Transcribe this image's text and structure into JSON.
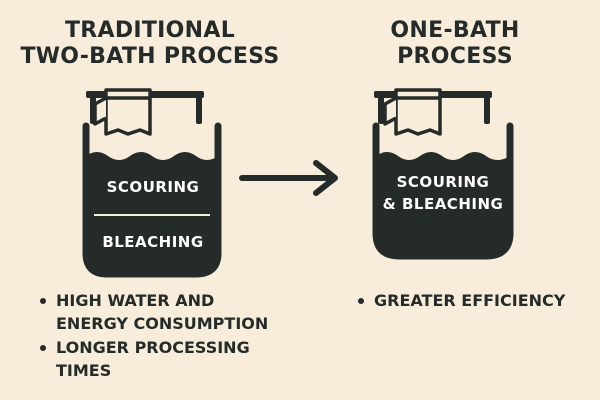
{
  "left": {
    "title_line1": "TRADITIONAL",
    "title_line2": "TWO-BATH PROCESS",
    "bath_top_label": "SCOURING",
    "bath_bottom_label": "BLEACHING",
    "bullets": [
      {
        "line1": "HIGH WATER AND",
        "line2": "ENERGY CONSUMPTION"
      },
      {
        "line1": "LONGER PROCESSING",
        "line2": "TIMES"
      }
    ]
  },
  "right": {
    "title_line1": "ONE-BATH",
    "title_line2": "PROCESS",
    "bath_label_line1": "SCOURING",
    "bath_label_line2": "& BLEACHING",
    "bullets": [
      {
        "line1": "GREATER EFFICIENCY"
      }
    ]
  },
  "icons": {
    "tank_left": "bath-tank-icon",
    "tank_right": "bath-tank-icon",
    "towel": "towel-icon",
    "arrow": "right-arrow-icon"
  },
  "colors": {
    "background": "#f8eddb",
    "ink": "#252b29",
    "tank_label": "#ffffff"
  }
}
